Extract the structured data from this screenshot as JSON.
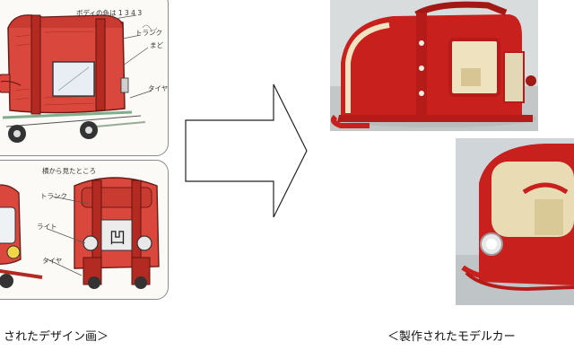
{
  "sketch_top": {
    "notes": {
      "body": "ボディの色は 1 3 4 3",
      "trunk": "トランク",
      "window": "まど",
      "tire": "タイヤ"
    }
  },
  "sketch_bottom": {
    "header": "横から見たところ",
    "notes": {
      "trunk": "トランク",
      "light": "ライト",
      "tire": "タイヤ"
    }
  },
  "captions": {
    "left": "されたデザイン画＞",
    "right": "＜製作されたモデルカー"
  },
  "colors": {
    "car_red": "#d52a26",
    "cream": "#f1e6c8",
    "sketch_border": "#8a8a8a"
  }
}
